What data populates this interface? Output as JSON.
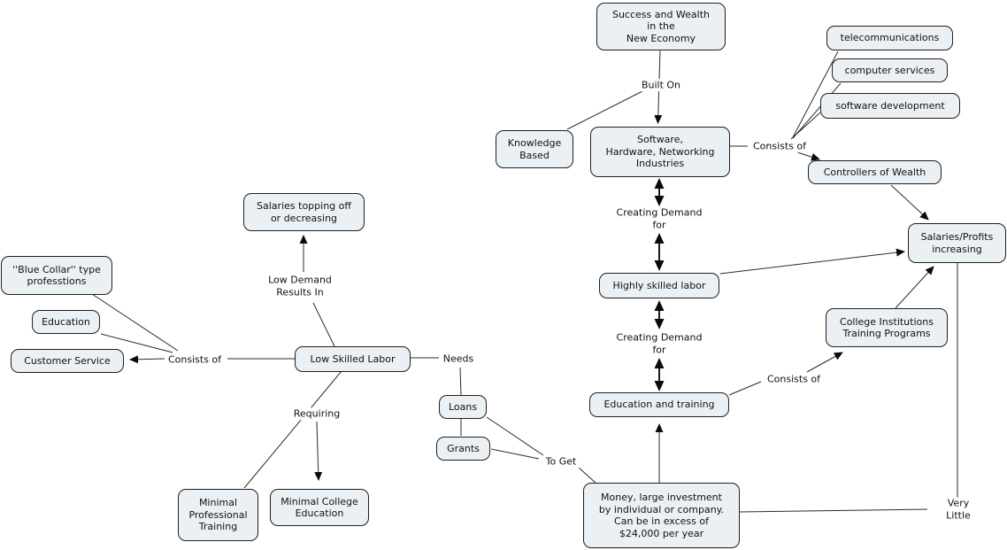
{
  "colors": {
    "background": "#ffffff",
    "node_fill": "#eaf0f4",
    "node_border": "#1f1f1f",
    "connector": "#2b2b2b",
    "text": "#111111"
  },
  "nodes": {
    "success": {
      "text": "Success and Wealth\nin the\nNew Economy"
    },
    "telecom": {
      "text": "telecommunications"
    },
    "computer_services": {
      "text": "computer services"
    },
    "software_dev": {
      "text": "software development"
    },
    "knowledge": {
      "text": "Knowledge\nBased"
    },
    "software_industries": {
      "text": "Software,\nHardware, Networking\nIndustries"
    },
    "controllers": {
      "text": "Controllers of Wealth"
    },
    "salaries_profits": {
      "text": "Salaries/Profits\nincreasing"
    },
    "highly_skilled": {
      "text": "Highly skilled labor"
    },
    "college": {
      "text": "College Institutions\nTraining Programs"
    },
    "education_training": {
      "text": "Education and training"
    },
    "money": {
      "text": "Money, large investment\nby individual or company.\nCan be in excess of\n$24,000 per year"
    },
    "salaries_topping": {
      "text": "Salaries topping off\nor decreasing"
    },
    "blue_collar": {
      "text": "''Blue Collar'' type\nprofesstions"
    },
    "education": {
      "text": "Education"
    },
    "customer_service": {
      "text": "Customer Service"
    },
    "low_skilled": {
      "text": "Low Skilled Labor"
    },
    "loans": {
      "text": "Loans"
    },
    "grants": {
      "text": "Grants"
    },
    "minimal_prof": {
      "text": "Minimal\nProfessional\nTraining"
    },
    "minimal_college": {
      "text": "Minimal College\nEducation"
    }
  },
  "labels": {
    "built_on": {
      "text": "Built On"
    },
    "consists_of_1": {
      "text": "Consists of"
    },
    "creating_demand_1": {
      "text": "Creating Demand\nfor"
    },
    "creating_demand_2": {
      "text": "Creating Demand\nfor"
    },
    "consists_of_2": {
      "text": "Consists of"
    },
    "to_get": {
      "text": "To Get"
    },
    "very_little": {
      "text": "Very Little"
    },
    "low_demand": {
      "text": "Low Demand\nResults In"
    },
    "consists_of_3": {
      "text": "Consists of"
    },
    "needs": {
      "text": "Needs"
    },
    "requiring": {
      "text": "Requiring"
    }
  },
  "relations": [
    {
      "from": "success",
      "label": "built_on",
      "to": "software_industries",
      "arrow": "to"
    },
    {
      "from": "built_on",
      "to": "knowledge",
      "arrow": "none"
    },
    {
      "from": "software_industries",
      "label": "consists_of_1",
      "to": "telecom",
      "arrow": "none"
    },
    {
      "from": "software_industries",
      "label": "consists_of_1",
      "to": "computer_services",
      "arrow": "none"
    },
    {
      "from": "software_industries",
      "label": "consists_of_1",
      "to": "software_dev",
      "arrow": "none"
    },
    {
      "from": "software_industries",
      "label": "consists_of_1",
      "to": "controllers",
      "arrow": "to"
    },
    {
      "from": "software_industries",
      "label": "creating_demand_1",
      "to": "highly_skilled",
      "arrow": "both"
    },
    {
      "from": "highly_skilled",
      "label": "creating_demand_2",
      "to": "education_training",
      "arrow": "both"
    },
    {
      "from": "highly_skilled",
      "to": "salaries_profits",
      "arrow": "to"
    },
    {
      "from": "controllers",
      "to": "salaries_profits",
      "arrow": "to"
    },
    {
      "from": "college",
      "to": "salaries_profits",
      "arrow": "to"
    },
    {
      "from": "education_training",
      "label": "consists_of_2",
      "to": "college",
      "arrow": "to"
    },
    {
      "from": "money",
      "to": "education_training",
      "arrow": "to"
    },
    {
      "from": "low_skilled",
      "label": "needs",
      "to": "loans",
      "arrow": "none"
    },
    {
      "from": "loans",
      "to": "grants",
      "arrow": "none"
    },
    {
      "from": "loans",
      "label": "to_get",
      "to": "money",
      "arrow": "none"
    },
    {
      "from": "grants",
      "label": "to_get",
      "to": "money",
      "arrow": "none"
    },
    {
      "from": "low_skilled",
      "label": "consists_of_3",
      "to": "customer_service",
      "arrow": "to"
    },
    {
      "from": "low_skilled",
      "label": "consists_of_3",
      "to": "blue_collar",
      "arrow": "none"
    },
    {
      "from": "low_skilled",
      "label": "consists_of_3",
      "to": "education",
      "arrow": "none"
    },
    {
      "from": "low_skilled",
      "label": "low_demand",
      "to": "salaries_topping",
      "arrow": "to"
    },
    {
      "from": "low_skilled",
      "label": "requiring",
      "to": "minimal_prof",
      "arrow": "none"
    },
    {
      "from": "low_skilled",
      "label": "requiring",
      "to": "minimal_college",
      "arrow": "to"
    },
    {
      "from": "money",
      "label": "very_little",
      "to": "salaries_profits",
      "arrow": "none"
    }
  ]
}
